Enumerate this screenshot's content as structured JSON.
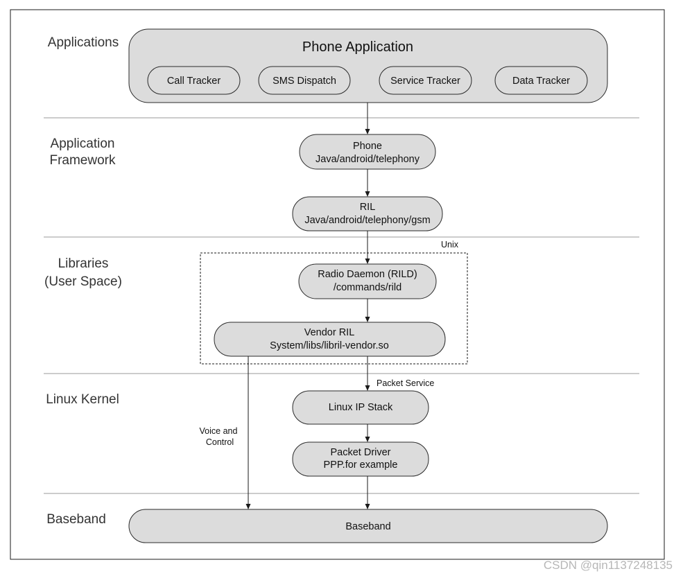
{
  "layers": {
    "applications": "Applications",
    "app_framework_line1": "Application",
    "app_framework_line2": "Framework",
    "libraries_line1": "Libraries",
    "libraries_line2": "(User Space)",
    "linux_kernel": "Linux Kernel",
    "baseband": "Baseband"
  },
  "phone_application": {
    "title": "Phone Application",
    "components": [
      "Call Tracker",
      "SMS Dispatch",
      "Service Tracker",
      "Data Tracker"
    ]
  },
  "phone_framework": {
    "line1": "Phone",
    "line2": "Java/android/telephony"
  },
  "ril": {
    "line1": "RIL",
    "line2": "Java/android/telephony/gsm"
  },
  "unix_label": "Unix",
  "radio_daemon": {
    "line1": "Radio Daemon (RILD)",
    "line2": "/commands/rild"
  },
  "vendor_ril": {
    "line1": "Vendor RIL",
    "line2": "System/libs/libril-vendor.so"
  },
  "packet_service_label": "Packet Service",
  "voice_control_line1": "Voice and",
  "voice_control_line2": "Control",
  "linux_ip_stack": "Linux IP Stack",
  "packet_driver": {
    "line1": "Packet Driver",
    "line2": "PPP.for example"
  },
  "baseband_box": "Baseband",
  "watermark": "CSDN @qin1137248135"
}
